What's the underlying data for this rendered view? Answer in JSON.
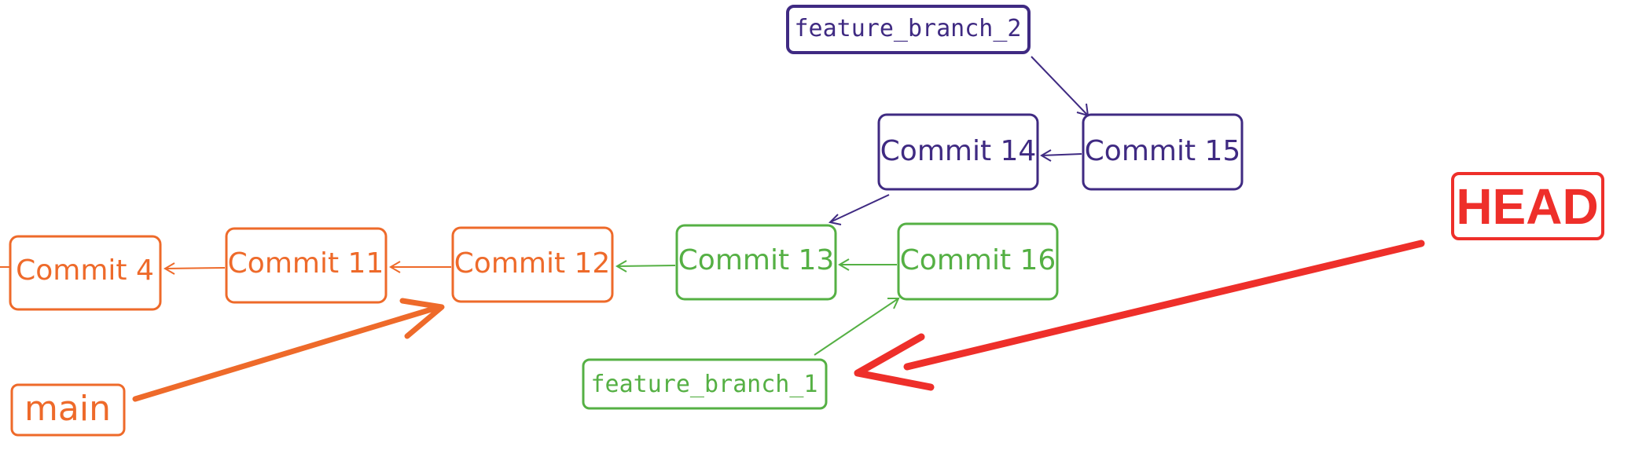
{
  "colors": {
    "orange": "#ee6a2a",
    "green": "#55b044",
    "purple": "#3f2a82",
    "red": "#ee2f2a"
  },
  "commits": {
    "c4": "Commit 4",
    "c11": "Commit 11",
    "c12": "Commit 12",
    "c13": "Commit 13",
    "c14": "Commit 14",
    "c15": "Commit 15",
    "c16": "Commit 16"
  },
  "labels": {
    "main": "main",
    "feature_branch_1": "feature_branch_1",
    "feature_branch_2": "feature_branch_2",
    "head": "HEAD"
  }
}
